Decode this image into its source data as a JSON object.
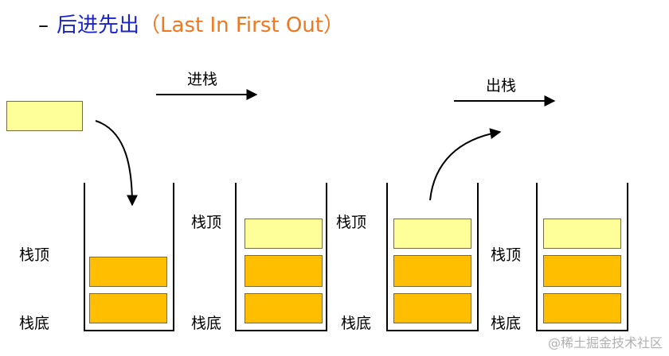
{
  "title": {
    "dash": "–",
    "zh": "后进先出",
    "open": "（",
    "en": "Last In First Out",
    "close": "）"
  },
  "arrows": {
    "push_label": "进栈",
    "pop_label": "出栈"
  },
  "labels": {
    "top": "栈顶",
    "bottom": "栈底"
  },
  "colors": {
    "title_zh": "#1a23c8",
    "title_en": "#f07820",
    "pale_block": "#ffff99",
    "orange_block": "#ffbf00"
  },
  "watermark": "@稀土掘金技术社区"
}
